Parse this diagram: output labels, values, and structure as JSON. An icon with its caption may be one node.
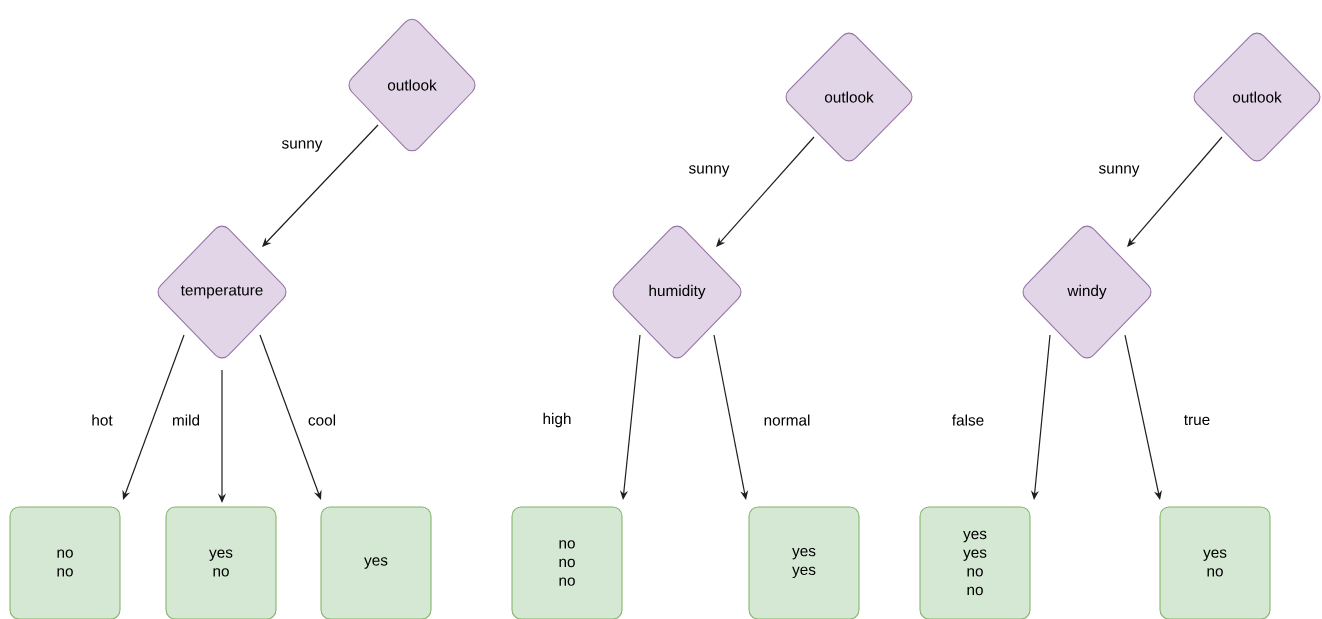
{
  "diagram": {
    "nodes": [
      {
        "text": [
          "outlook"
        ]
      },
      {
        "text": [
          "temperature"
        ]
      },
      {
        "text": [
          "no",
          "no"
        ]
      },
      {
        "text": [
          "yes",
          "no"
        ]
      },
      {
        "text": [
          "yes"
        ]
      },
      {
        "text": [
          "outlook"
        ]
      },
      {
        "text": [
          "humidity"
        ]
      },
      {
        "text": [
          "no",
          "no",
          "no"
        ]
      },
      {
        "text": [
          "yes",
          "yes"
        ]
      },
      {
        "text": [
          "outlook"
        ]
      },
      {
        "text": [
          "windy"
        ]
      },
      {
        "text": [
          "yes",
          "yes",
          "no",
          "no"
        ]
      },
      {
        "text": [
          "yes",
          "no"
        ]
      }
    ],
    "edges": [
      {
        "from": 0,
        "to": 1,
        "arrow": "to",
        "label": "sunny"
      },
      {
        "from": 1,
        "to": 2,
        "arrow": "to",
        "label": "hot"
      },
      {
        "from": 1,
        "to": 3,
        "arrow": "to",
        "label": "mild"
      },
      {
        "from": 1,
        "to": 4,
        "arrow": "to",
        "label": "cool"
      },
      {
        "from": 5,
        "to": 6,
        "arrow": "to",
        "label": "sunny"
      },
      {
        "from": 6,
        "to": 7,
        "arrow": "to",
        "label": "high"
      },
      {
        "from": 6,
        "to": 8,
        "arrow": "to",
        "label": "normal"
      },
      {
        "from": 9,
        "to": 10,
        "arrow": "to",
        "label": "sunny"
      },
      {
        "from": 10,
        "to": 11,
        "arrow": "to",
        "label": "false"
      },
      {
        "from": 10,
        "to": 12,
        "arrow": "to",
        "label": "true"
      }
    ]
  }
}
